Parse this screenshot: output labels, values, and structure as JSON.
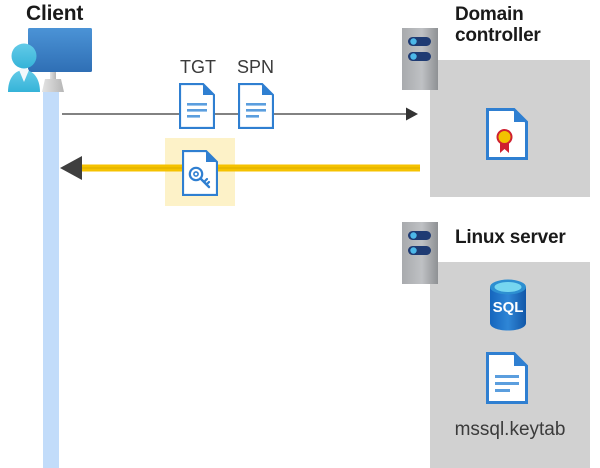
{
  "diagram": {
    "title_client": "Client",
    "title_domain_controller": "Domain\ncontroller",
    "title_domain_controller_line1": "Domain",
    "title_domain_controller_line2": "controller",
    "title_linux_server": "Linux server",
    "labels": {
      "tgt": "TGT",
      "spn": "SPN",
      "keytab_file": "mssql.keytab"
    },
    "icons": {
      "client": "user-with-monitor-icon",
      "dc_server": "server-rack-icon",
      "linux_server": "server-rack-icon",
      "tgt_document": "document-icon",
      "spn_document": "document-icon",
      "key_document": "document-with-key-icon",
      "certificate": "certificate-document-icon",
      "sql_database": "sql-database-icon",
      "keytab_document": "document-icon"
    },
    "arrows": [
      {
        "name": "request-arrow",
        "direction": "right",
        "from": "client",
        "to": "domain-controller",
        "color": "#595959",
        "style": "thin"
      },
      {
        "name": "response-arrow",
        "direction": "left",
        "from": "domain-controller",
        "to": "client",
        "color": "#f5c200",
        "style": "thick-highlighted"
      }
    ],
    "colors": {
      "lifeline": "#c2dcfa",
      "server_box": "#d1d1d1",
      "highlight": "#fdf2c8",
      "arrow_yellow": "#f5c200",
      "arrow_gray": "#595959",
      "doc_blue": "#2f7fd1",
      "sql_blue": "#1f6fc4",
      "title_text": "#1a1a1a",
      "label_text": "#3b3b3b"
    }
  }
}
